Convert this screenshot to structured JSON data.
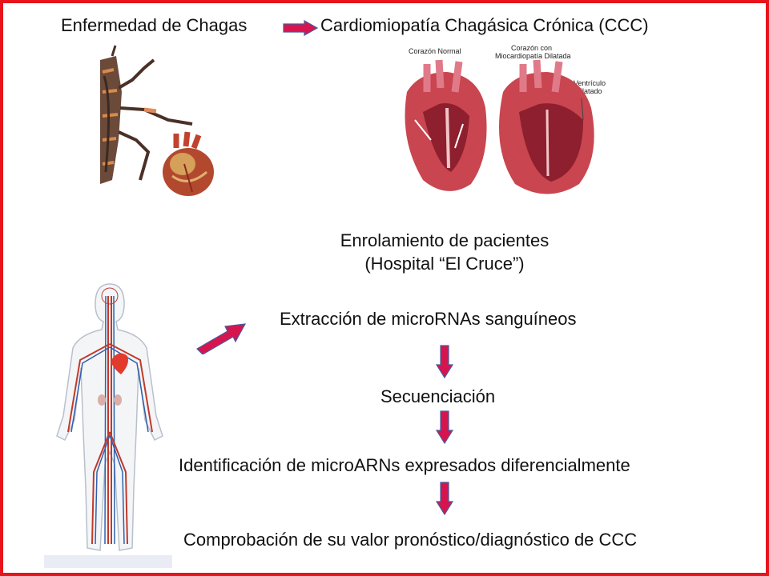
{
  "title_left": "Enfermedad de Chagas",
  "title_right": "Cardiomiopatía Chagásica Crónica (CCC)",
  "heart_figure": {
    "label_normal": "Corazón Normal",
    "label_dilated_line1": "Corazón con",
    "label_dilated_line2": "Miocardiopatía Dilatada",
    "label_ventricle_line1": "Ventrículo",
    "label_ventricle_line2": "dilatado"
  },
  "steps": {
    "enrollment_line1": "Enrolamiento de pacientes",
    "enrollment_line2": "(Hospital “El Cruce”)",
    "extraction": "Extracción de microRNAs sanguíneos",
    "sequencing": "Secuenciación",
    "identification": "Identificación de microARNs expresados diferencialmente",
    "validation": "Comprobación de su valor pronóstico/diagnóstico de CCC"
  },
  "colors": {
    "border": "#e8141c",
    "arrow_fill": "#d6154f",
    "arrow_stroke": "#4a5a9a"
  },
  "icons": {
    "insect": "kissing-bug-illustration",
    "heart_small": "anatomical-heart-illustration",
    "heart_cross_section": "heart-cross-section-illustration",
    "body": "circulatory-system-body-illustration"
  }
}
